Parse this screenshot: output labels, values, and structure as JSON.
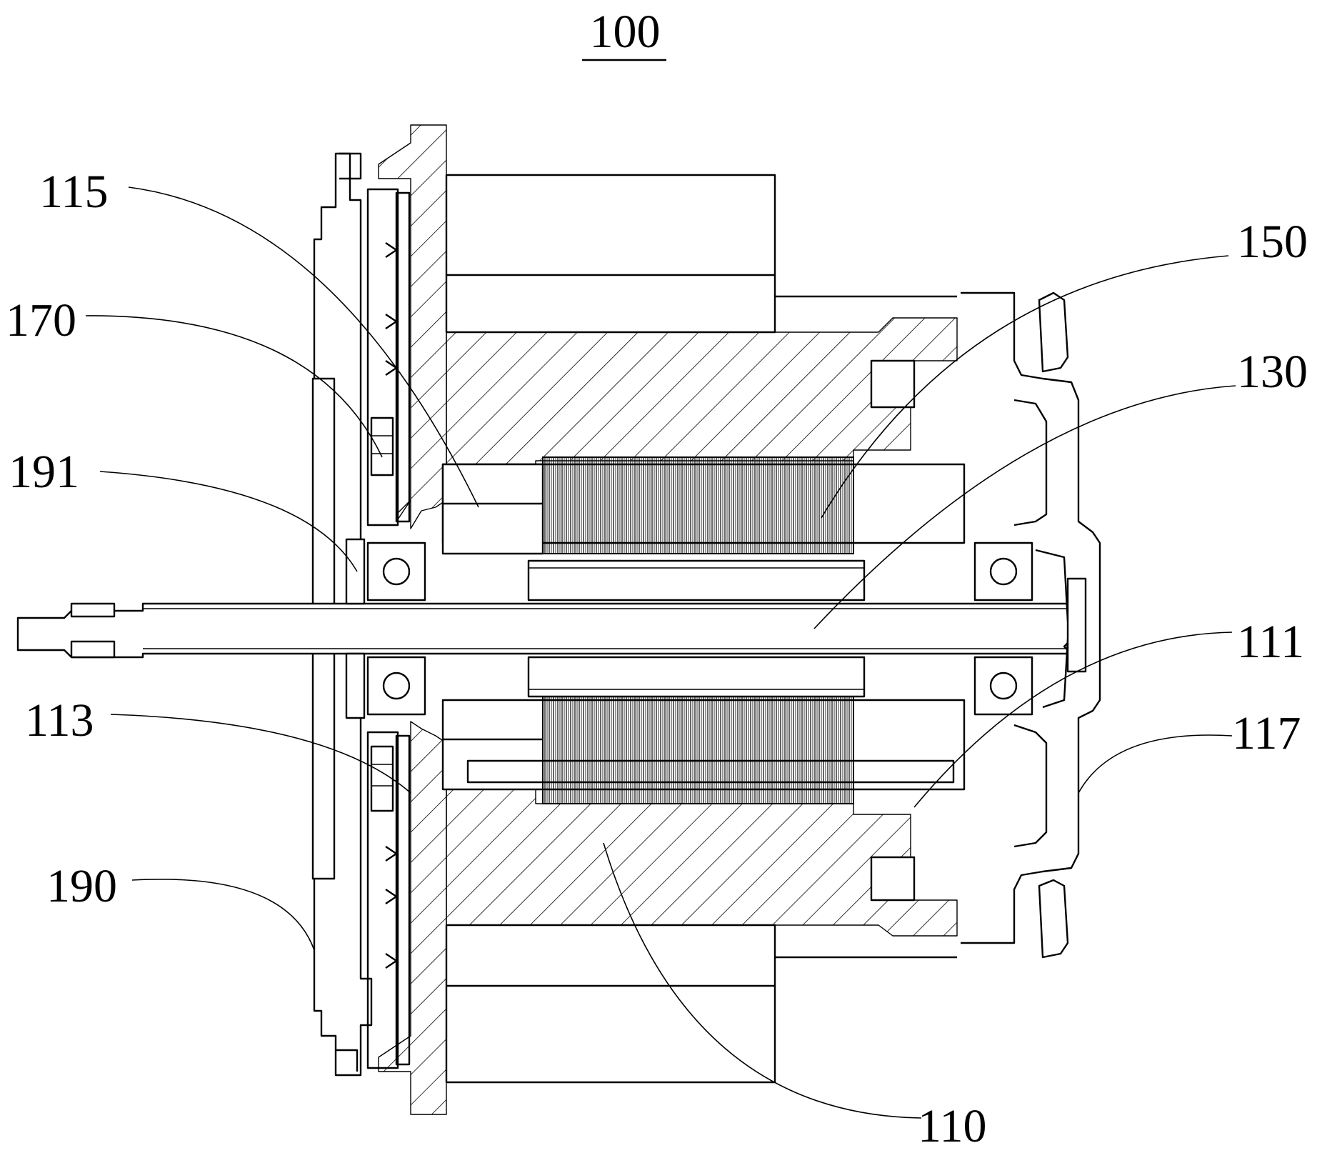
{
  "figure": {
    "title": "100",
    "labels": {
      "l115": "115",
      "l150": "150",
      "l170": "170",
      "l130": "130",
      "l191": "191",
      "l111": "111",
      "l113": "113",
      "l117": "117",
      "l190": "190",
      "l110": "110"
    }
  }
}
